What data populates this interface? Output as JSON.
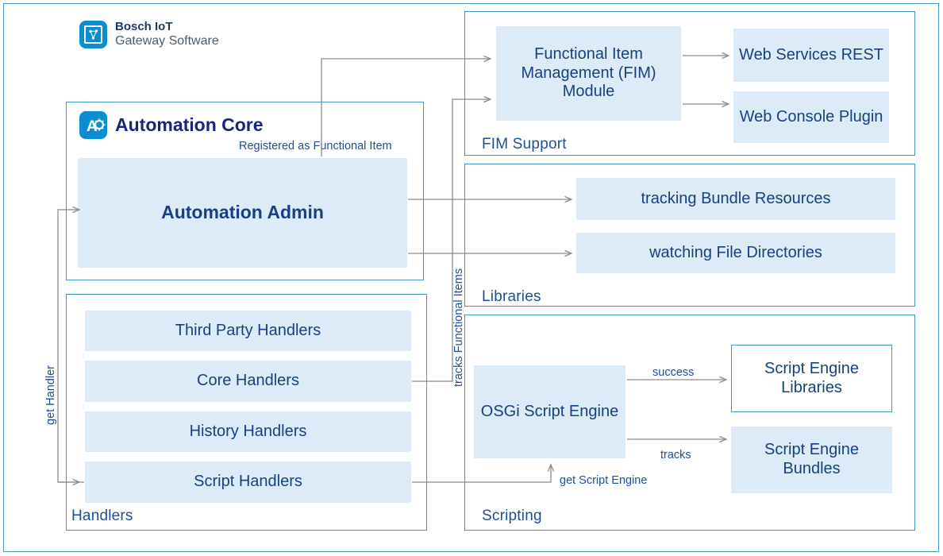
{
  "diagram": {
    "title": "Bosch IoT Gateway Software - Automation Core architecture",
    "colors": {
      "box_fill": "#ddeaf8",
      "box_text": "#15427f",
      "section_border": "#3e9bc0",
      "brand_blue": "#0b8ed1",
      "connector": "#808080"
    }
  },
  "brand": {
    "icon": "bosch-iot-logo-icon",
    "line1": "Bosch IoT",
    "line2": "Gateway Software"
  },
  "automation_core": {
    "icon": "automation-core-logo-icon",
    "title": "Automation Core",
    "admin_box": "Automation Admin",
    "registered_label": "Registered as Functional Item"
  },
  "handlers": {
    "section_label": "Handlers",
    "items": [
      "Third Party Handlers",
      "Core Handlers",
      "History Handlers",
      "Script Handlers"
    ]
  },
  "fim_support": {
    "section_label": "FIM Support",
    "module": "Functional Item Management (FIM) Module",
    "outputs": [
      "Web Services REST",
      "Web Console Plugin"
    ]
  },
  "libraries": {
    "section_label": "Libraries",
    "items": [
      "tracking Bundle Resources",
      "watching File Directories"
    ]
  },
  "scripting": {
    "section_label": "Scripting",
    "engine": "OSGi Script Engine",
    "targets": [
      "Script Engine Libraries",
      "Script Engine Bundles"
    ]
  },
  "edges": {
    "get_handler": "get Handler",
    "tracks_functional_items": "tracks Functional Items",
    "success": "success",
    "tracks": "tracks",
    "get_script_engine": "get Script Engine"
  }
}
